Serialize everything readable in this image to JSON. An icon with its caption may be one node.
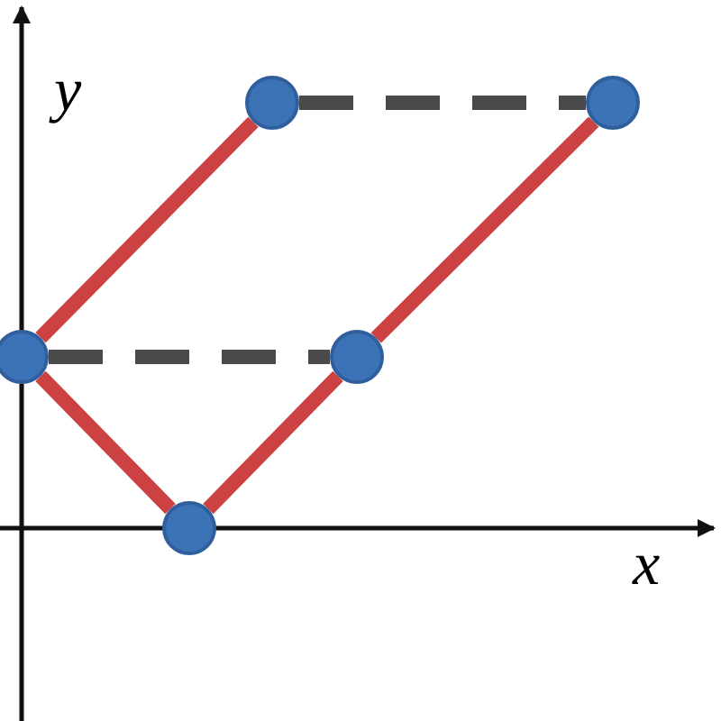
{
  "diagram": {
    "nodes": [
      {
        "text": [],
        "shape": "circle"
      },
      {
        "text": [],
        "shape": "circle"
      },
      {
        "text": [],
        "shape": "circle"
      },
      {
        "text": [],
        "shape": "circle"
      },
      {
        "text": [],
        "shape": "circle"
      }
    ],
    "edges": [
      {
        "from": 2,
        "to": 0,
        "arrow": "none"
      },
      {
        "from": 2,
        "to": 4,
        "arrow": "none"
      },
      {
        "from": 4,
        "to": 3,
        "arrow": "none"
      },
      {
        "from": 3,
        "to": 1,
        "arrow": "none"
      },
      {
        "from": 2,
        "to": 3,
        "arrow": "none",
        "style": "dashed",
        "color": "#4a4a4a"
      },
      {
        "from": 0,
        "to": 1,
        "arrow": "none",
        "style": "dashed",
        "color": "#4a4a4a"
      }
    ],
    "labels": [
      "y",
      "x"
    ]
  }
}
